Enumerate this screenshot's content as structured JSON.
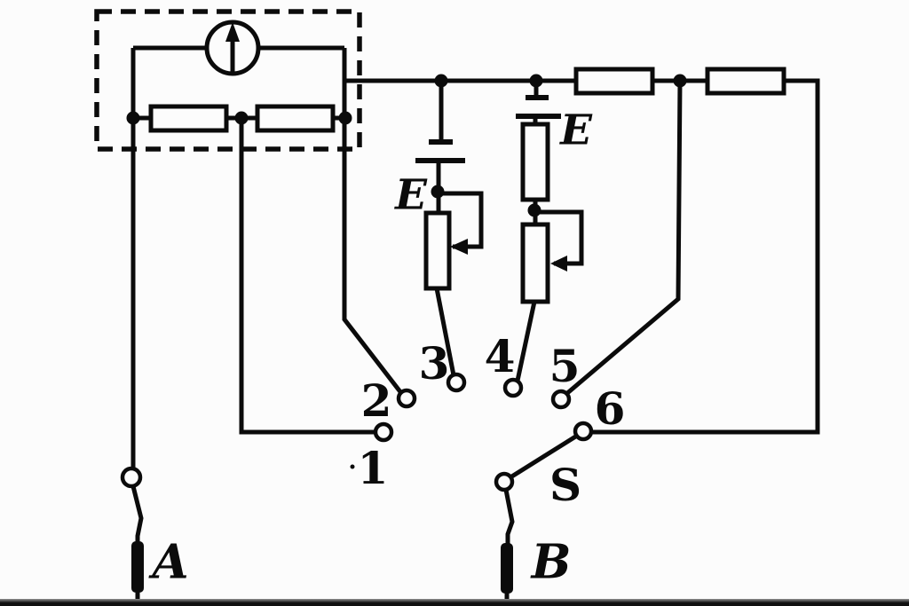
{
  "diagram": {
    "type": "circuit-diagram",
    "description": "Multimeter internal circuit: dashed box containing a galvanometer in parallel with two series resistors; two battery branches labeled E with rheostats; rotary selector contacts 1-6; switch S; test probes A and B"
  },
  "labels": {
    "battery1": "E",
    "battery2": "E",
    "contact1": "1",
    "contact2": "2",
    "contact3": "3",
    "contact4": "4",
    "contact5": "5",
    "contact6": "6",
    "switch": "S",
    "probeA": "A",
    "probeB": "B"
  },
  "icons": [
    "galvanometer-icon",
    "resistor-icon",
    "battery-icon",
    "rheostat-arrow-icon",
    "switch-lever-icon",
    "probe-tip-icon"
  ],
  "colors": {
    "ink": "#0b0b0b",
    "bg": "#fcfcfc",
    "frame": "#101010"
  }
}
